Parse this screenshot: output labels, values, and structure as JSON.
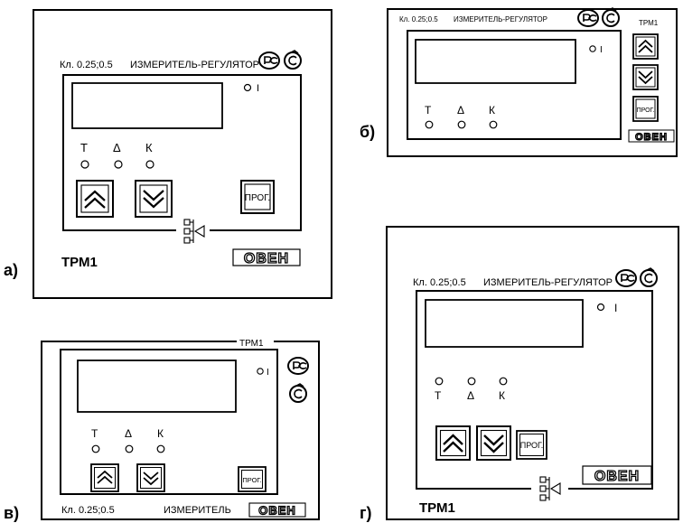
{
  "labels": {
    "accuracy_class": "Кл. 0.25;0.5",
    "device_type": "ИЗМЕРИТЕЛЬ-РЕГУЛЯТОР",
    "device_type_short": "ИЗМЕРИТЕЛЬ",
    "model": "ТРМ1",
    "brand": "ОВЕН",
    "prog_button": "ПРОГ.",
    "indicator_t": "Т",
    "indicator_delta": "Δ",
    "indicator_k": "К",
    "status_mark": "I"
  },
  "captions": {
    "a": "а)",
    "b": "б)",
    "v": "в)",
    "g": "г)"
  },
  "icons": {
    "up": "double-chevron-up-icon",
    "down": "double-chevron-down-icon",
    "interface": "interface-connector-icon",
    "cert_rst": "certification-rst-icon",
    "cert_ce": "certification-ce-icon"
  }
}
